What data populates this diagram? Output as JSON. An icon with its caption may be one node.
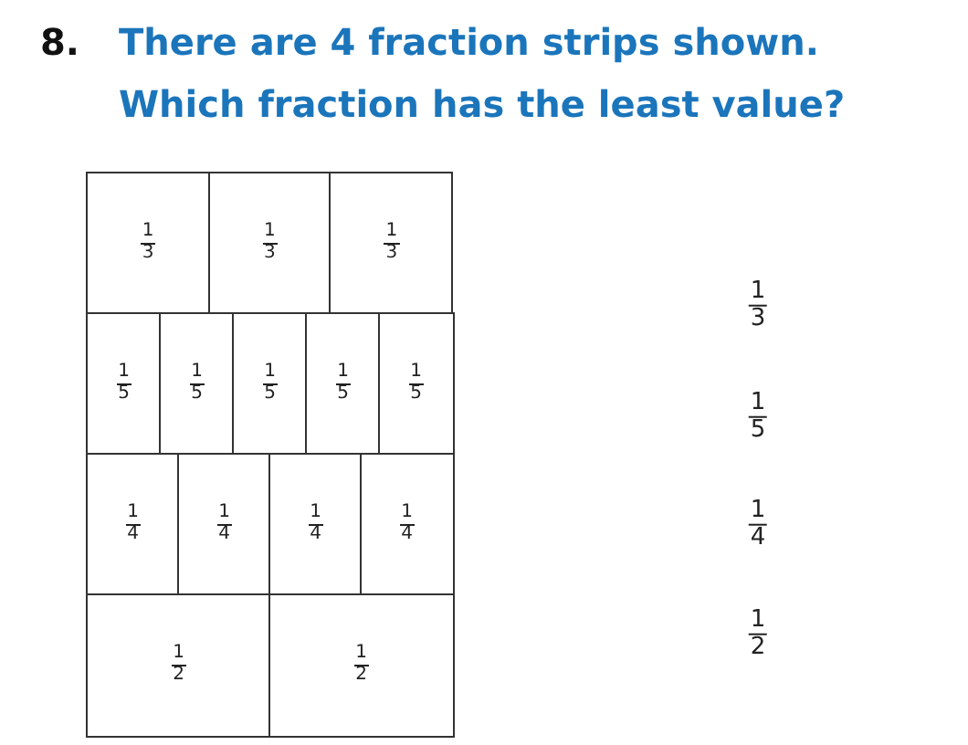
{
  "diagram": {
    "title": "There are 4 fraction strips shown. Which fraction has the least value?",
    "nodes": [
      {
        "text": [
          "1",
          "3"
        ]
      },
      {
        "text": [
          "1",
          "3"
        ]
      },
      {
        "text": [
          "1",
          "3"
        ]
      },
      {
        "text": [
          "1",
          "5"
        ]
      },
      {
        "text": [
          "1",
          "5"
        ]
      },
      {
        "text": [
          "1",
          "5"
        ]
      },
      {
        "text": [
          "1",
          "5"
        ]
      },
      {
        "text": [
          "1",
          "5"
        ]
      },
      {
        "text": [
          "1",
          "4"
        ]
      },
      {
        "text": [
          "1",
          "4"
        ]
      },
      {
        "text": [
          "1",
          "4"
        ]
      },
      {
        "text": [
          "1",
          "4"
        ]
      },
      {
        "text": [
          "1",
          "2"
        ]
      },
      {
        "text": [
          "1",
          "2"
        ]
      }
    ],
    "labels": [
      "8.",
      "1",
      "3",
      "1",
      "5",
      "1",
      "4",
      "1",
      "2"
    ]
  }
}
